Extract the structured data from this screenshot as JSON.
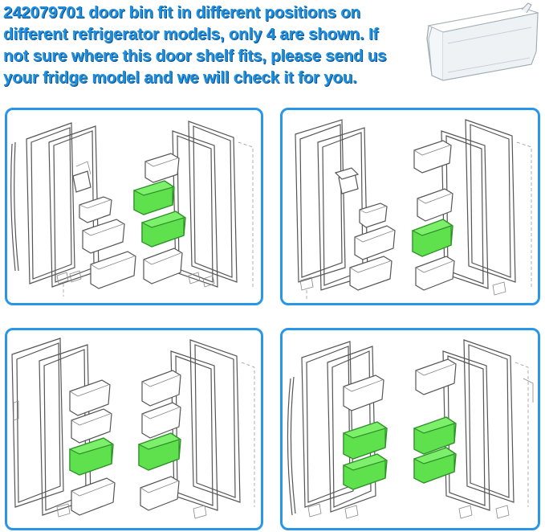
{
  "headline": {
    "lines": [
      "242079701 door bin fit in different positions on",
      "different refrigerator models, only 4 are shown. If",
      "not sure where this door shelf fits, please send us",
      "your fridge model and we will check it for you."
    ]
  },
  "colors": {
    "headline_text": "#1f8fe0",
    "panel_border": "#2996e8",
    "highlight_bin": "#7cf06a"
  },
  "panels": [
    {
      "id": "model-1",
      "highlighted_bins": 2
    },
    {
      "id": "model-2",
      "highlighted_bins": 1
    },
    {
      "id": "model-3",
      "highlighted_bins": 2
    },
    {
      "id": "model-4",
      "highlighted_bins": 4
    }
  ]
}
